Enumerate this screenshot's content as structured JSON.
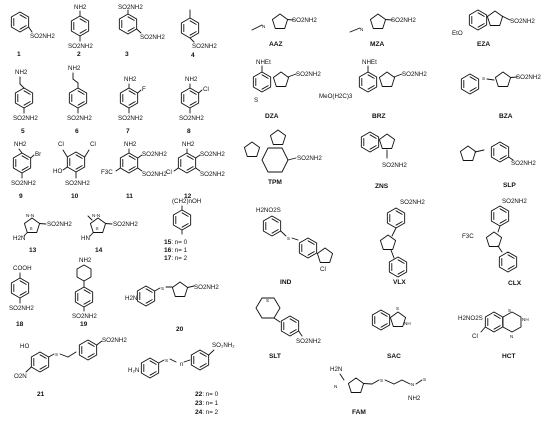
{
  "compounds": [
    {
      "id": "1",
      "sub": "SO2NH2"
    },
    {
      "id": "2",
      "top": "NH2",
      "sub": "SO2NH2"
    },
    {
      "id": "3",
      "top": "SO2NH2",
      "sub": "SO2NH2"
    },
    {
      "id": "4",
      "sub": "SO2NH2"
    },
    {
      "id": "5",
      "top": "NH2",
      "sub": "SO2NH2"
    },
    {
      "id": "6",
      "top": "NH2",
      "sub": "SO2NH2"
    },
    {
      "id": "7",
      "top": "NH2",
      "side": "F",
      "sub": "SO2NH2"
    },
    {
      "id": "8",
      "top": "NH2",
      "side": "Cl",
      "sub": "SO2NH2"
    },
    {
      "id": "9",
      "top": "NH2",
      "side": "Br",
      "sub": "SO2NH2"
    },
    {
      "id": "10",
      "top": "Cl",
      "side": "Cl",
      "extra": "HO",
      "sub": "SO2NH2"
    },
    {
      "id": "11",
      "top": "NH2",
      "side": "SO2NH2",
      "extra": "F3C",
      "sub": "SO2NH2"
    },
    {
      "id": "12",
      "top": "NH2",
      "side": "SO2NH2",
      "extra": "Cl",
      "sub": "SO2NH2"
    },
    {
      "id": "13",
      "top": "N-N",
      "side": "SO2NH2",
      "extra": "H2N"
    },
    {
      "id": "14",
      "top": "N-N",
      "side": "SO2NH2",
      "extra": "HN"
    },
    {
      "id": "15",
      "note": "n= 0"
    },
    {
      "id": "16",
      "note": "n= 1"
    },
    {
      "id": "17",
      "note": "n= 2"
    },
    {
      "id": "18",
      "top": "COOH",
      "sub": "SO2NH2"
    },
    {
      "id": "19",
      "top": "NH2",
      "sub": "SO2NH2"
    },
    {
      "id": "20",
      "side": "SO2NH2",
      "extra": "H2N"
    },
    {
      "id": "21",
      "top": "SO2NH2",
      "extra": "HO",
      "side": "O2N"
    },
    {
      "id": "22",
      "note": "n= 0"
    },
    {
      "id": "23",
      "note": "n= 1"
    },
    {
      "id": "24",
      "note": "n= 2"
    },
    {
      "id": "AAZ",
      "sub": "SO2NH2"
    },
    {
      "id": "MZA",
      "sub": "SO2NH2"
    },
    {
      "id": "EZA",
      "sub": "SO2NH2",
      "extra": "EtO"
    },
    {
      "id": "DZA",
      "top": "NHEt",
      "sub": "SO2NH2"
    },
    {
      "id": "BRZ",
      "top": "NHEt",
      "sub": "SO2NH2",
      "extra": "MeO(H2C)3"
    },
    {
      "id": "BZA",
      "sub": "SO2NH2"
    },
    {
      "id": "TPM",
      "sub": "SO2NH2"
    },
    {
      "id": "ZNS",
      "sub": "SO2NH2"
    },
    {
      "id": "SLP",
      "sub": "SO2NH2"
    },
    {
      "id": "IND",
      "top": "H2NO2S",
      "extra": "Cl"
    },
    {
      "id": "VLX",
      "top": "SO2NH2"
    },
    {
      "id": "CLX",
      "top": "SO2NH2",
      "extra": "F3C"
    },
    {
      "id": "SLT",
      "top": "SO2NH2"
    },
    {
      "id": "SAC"
    },
    {
      "id": "HCT",
      "top": "H2NO2S",
      "extra": "Cl"
    },
    {
      "id": "FAM",
      "top": "NH2",
      "extra": "H2N"
    }
  ],
  "shared": {
    "paren_text": "(CH2)nOH",
    "n_label": "n"
  }
}
